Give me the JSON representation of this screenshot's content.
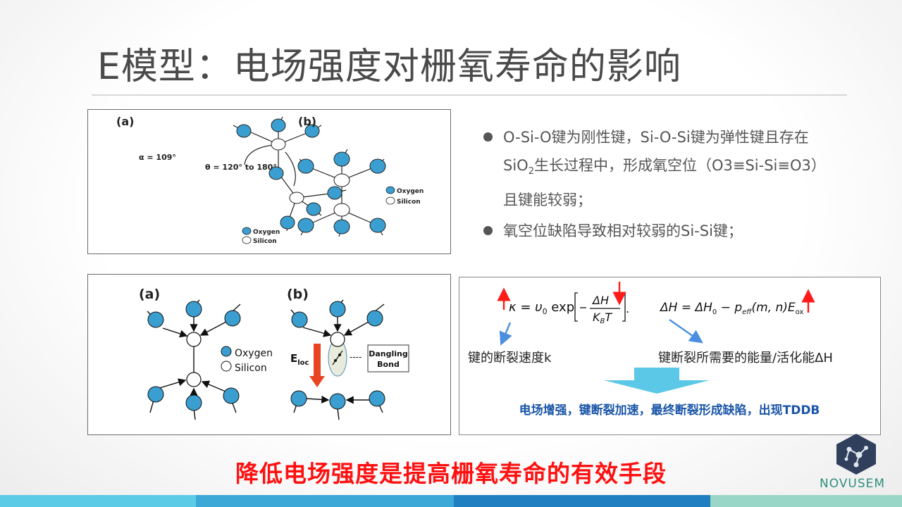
{
  "title": "E模型：电场强度对栅氧寿命的影响",
  "fig_top": {
    "label_a": "(a)",
    "label_b": "(b)",
    "alpha_label": "α = 109°",
    "theta_label": "θ = 120° to 180°",
    "legend_oxygen": "Oxygen",
    "legend_silicon": "Silicon"
  },
  "bullets": [
    "O-Si-O键为刚性键，Si-O-Si键为弹性键且存在",
    "SiO",
    "2",
    "生长过程中，形成氧空位（O3≡Si-Si≡O3）",
    "且键能较弱；",
    "氧空位缺陷导致相对较弱的Si-Si键；"
  ],
  "fig_bottom": {
    "label_a": "(a)",
    "label_b": "(b)",
    "legend_oxygen": "Oxygen",
    "legend_silicon": "Silicon",
    "eloc_main": "E",
    "eloc_sub": "loc",
    "dangling_1": "Dangling",
    "dangling_2": "Bond",
    "dashes": "----"
  },
  "formula": {
    "kappa_left": "κ = υ",
    "kappa_sub": "0",
    "exp": " exp",
    "dh_num": "ΔH",
    "dh_den_k": "K",
    "dh_den_sub": "B",
    "dh_den_t": "T",
    "dh_lhs": "ΔH = ΔH",
    "dh_sub0": "0",
    "dh_minus": " − p",
    "dh_eff": "eff",
    "dh_args": "(m, n)E",
    "dh_ox": "ox",
    "label_k": "键的断裂速度k",
    "label_dh": "键断裂所需要的能量/活化能ΔH",
    "summary": "电场增强，键断裂加速，最终断裂形成缺陷，出现TDDB"
  },
  "conclusion": "降低电场强度是提高栅氧寿命的有效手段",
  "logo": "NOVUSEM",
  "colors": {
    "oxygen": "#3a9fd0",
    "title": "#4a4a4a",
    "red": "#ff1010",
    "summary_blue": "#1a55a8",
    "arrow_cyan": "#5bc8e8",
    "bar": [
      "#5ccbe6",
      "#3ba8d8",
      "#1f7fc0",
      "#1f7fc0",
      "#9ad6c8"
    ]
  }
}
